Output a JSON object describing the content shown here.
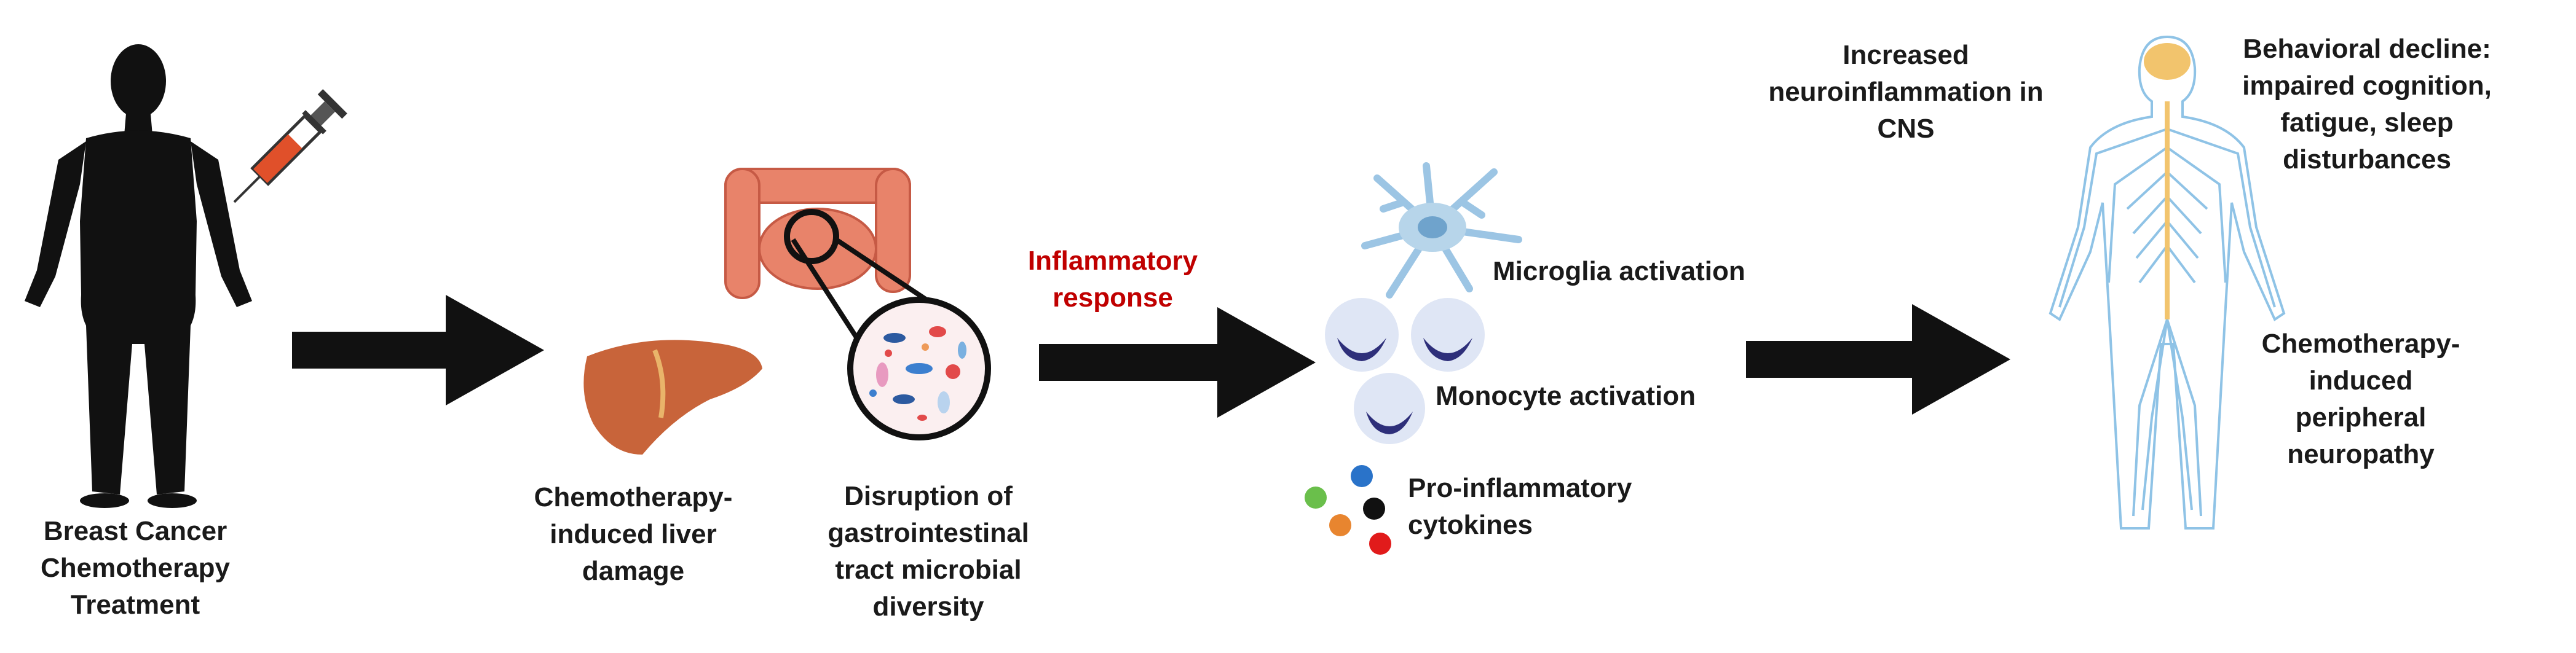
{
  "steps": {
    "treatment": {
      "lines": [
        "Breast Cancer",
        "Chemotherapy",
        "Treatment"
      ]
    },
    "liver": {
      "lines": [
        "Chemotherapy-",
        "induced liver",
        "damage"
      ]
    },
    "gut": {
      "lines": [
        "Disruption of",
        "gastrointestinal",
        "tract microbial",
        "diversity"
      ]
    },
    "inflammation": {
      "lines": [
        "Inflammatory",
        "response"
      ]
    },
    "microglia": {
      "label": "Microglia activation"
    },
    "monocyte": {
      "label": "Monocyte activation"
    },
    "cytokines": {
      "lines": [
        "Pro-inflammatory",
        "cytokines"
      ]
    },
    "cns": {
      "lines": [
        "Increased",
        "neuroinflammation in",
        "CNS"
      ]
    },
    "behavior": {
      "lines": [
        "Behavioral decline:",
        "impaired cognition,",
        "fatigue, sleep",
        "disturbances"
      ]
    },
    "neuropathy": {
      "lines": [
        "Chemotherapy-",
        "induced",
        "peripheral",
        "neuropathy"
      ]
    }
  },
  "colors": {
    "accent_red": "#c00000",
    "arrow": "#111111",
    "silhouette": "#111111",
    "liver": "#c8643a",
    "intestine": "#e8836a",
    "microglia": "#b7d5ea",
    "monocyte": "#2e2f7a",
    "nerves": "#8fc3e6",
    "brain": "#f2c46d",
    "cytokine_dots": [
      "#2a73c9",
      "#6abf4b",
      "#111111",
      "#e8852f",
      "#e11b1b"
    ]
  }
}
